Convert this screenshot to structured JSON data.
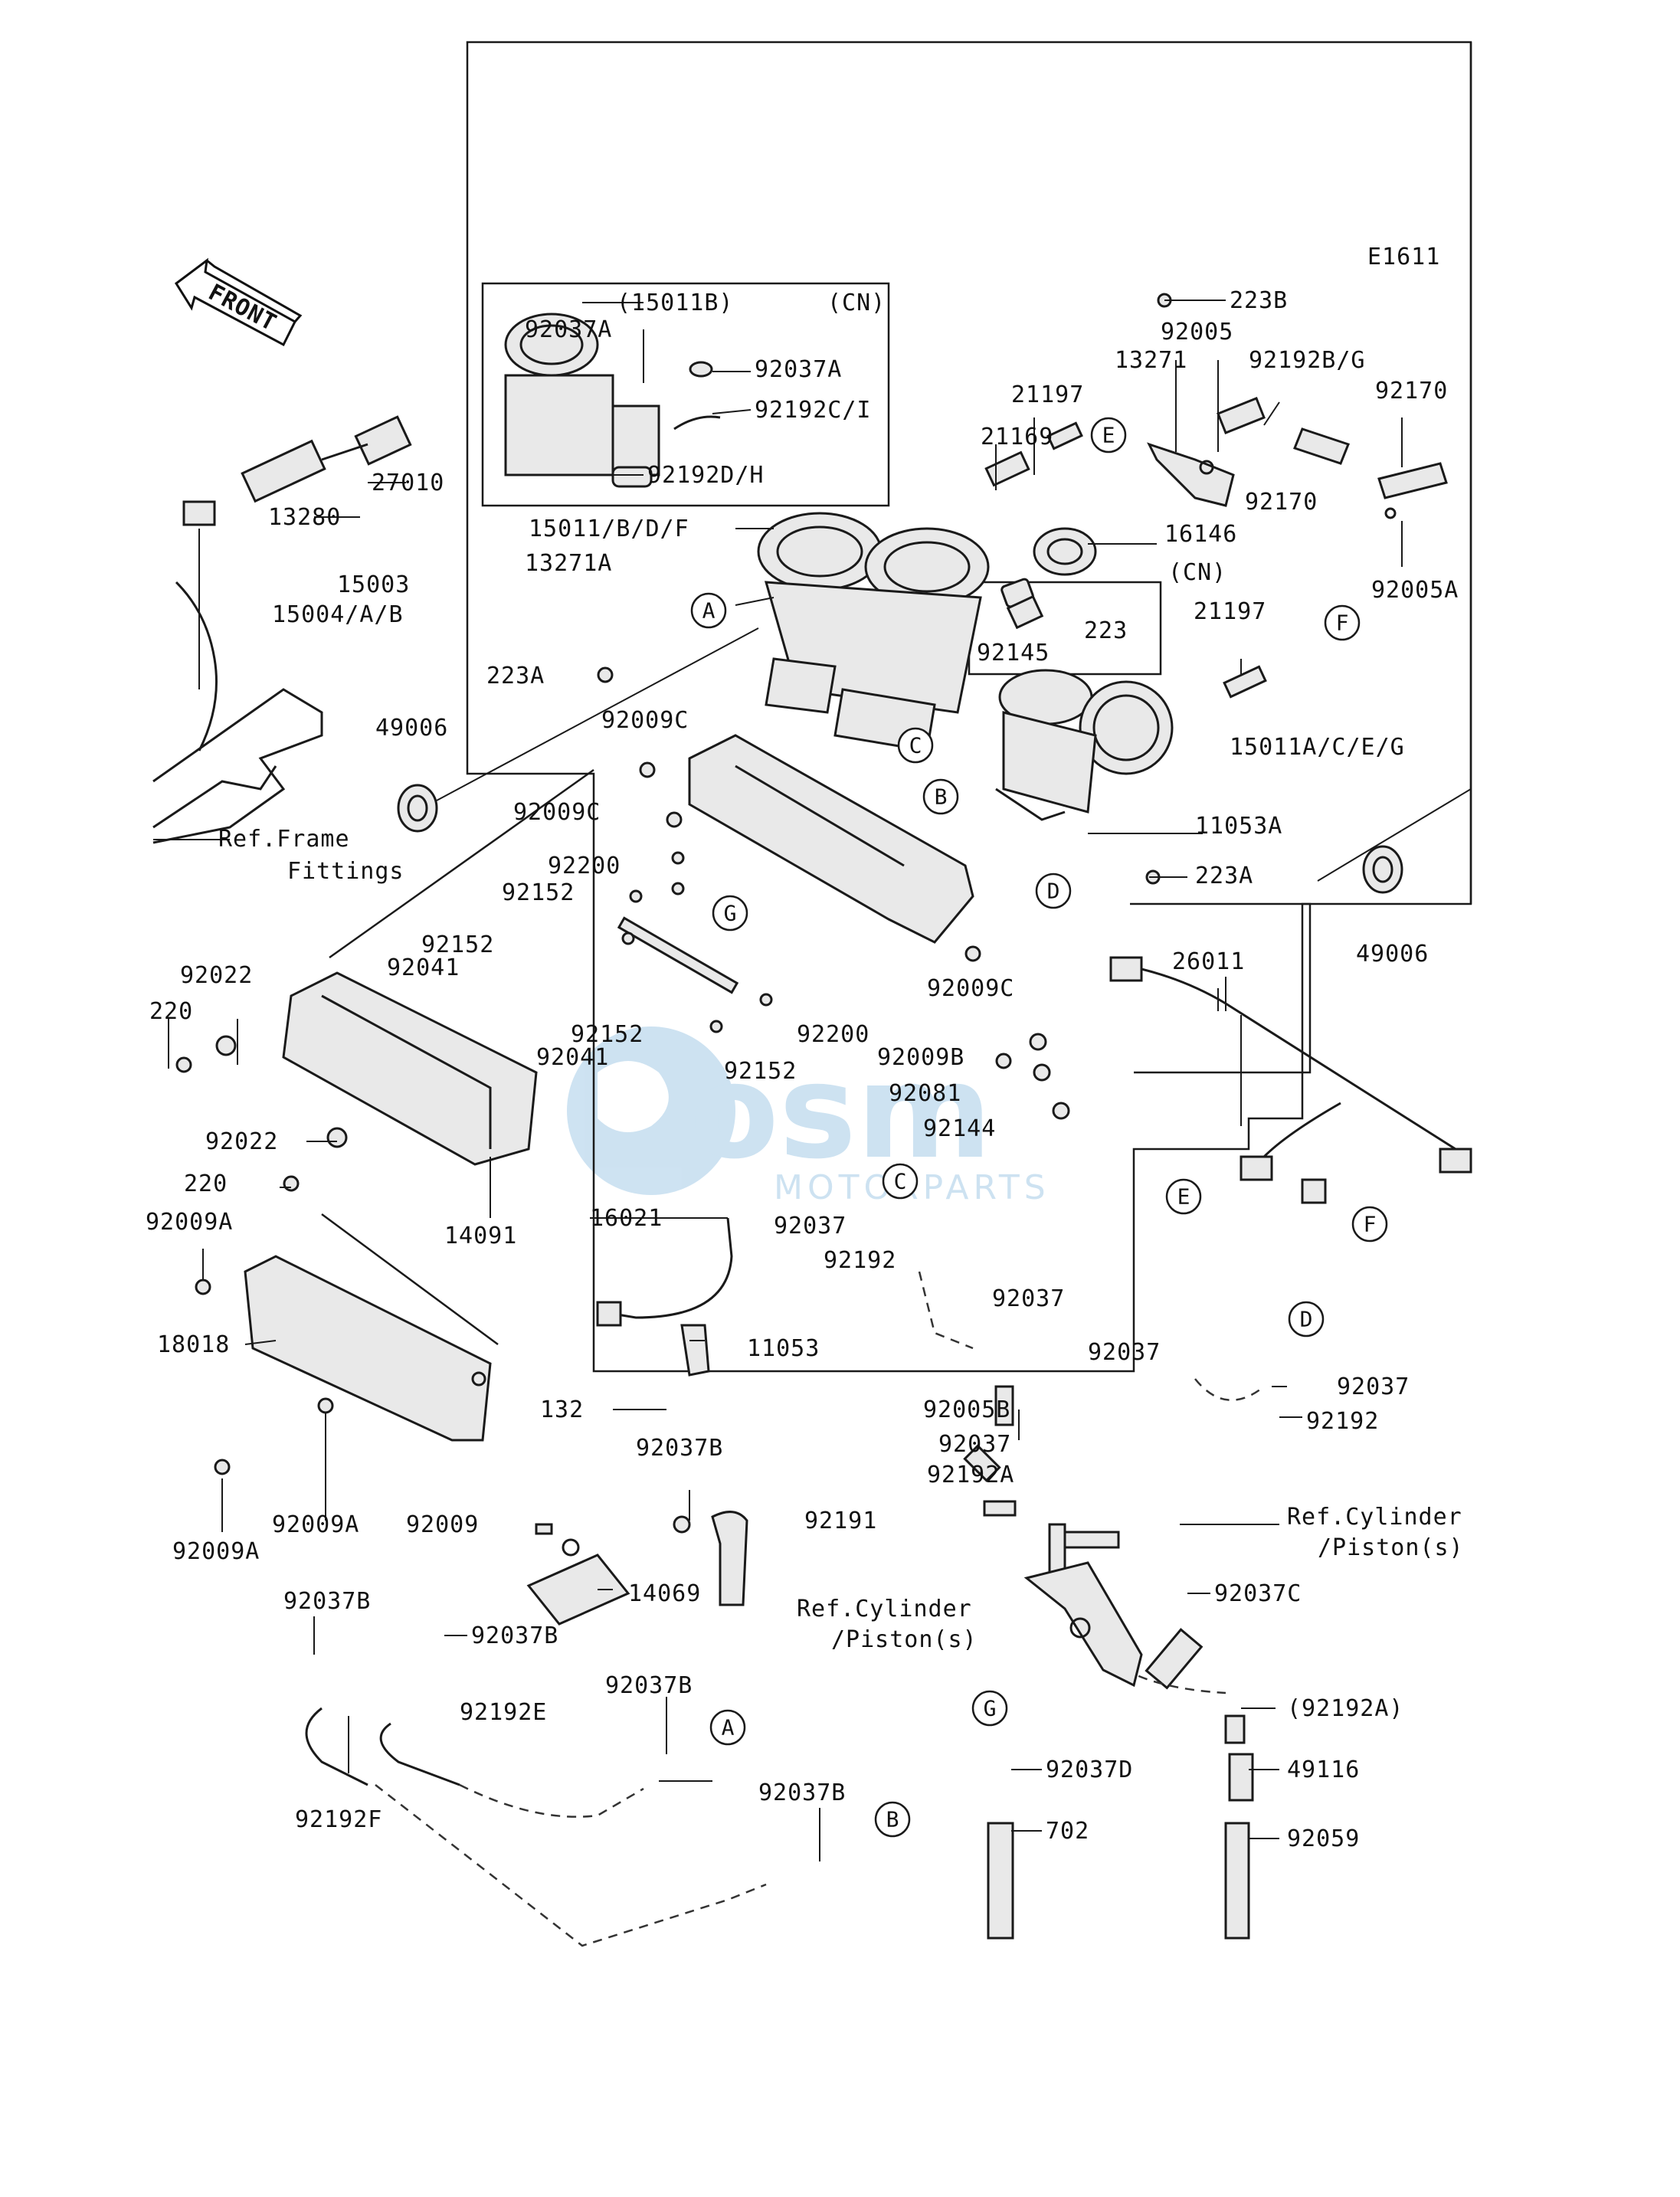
{
  "diagram_code": "E1611",
  "front_label": "FRONT",
  "watermark": {
    "brand": "MOTORPARTS"
  },
  "callout_letters": [
    "A",
    "B",
    "C",
    "D",
    "E",
    "F",
    "G"
  ],
  "labels": [
    {
      "id": "p15011b",
      "text": "(15011B)"
    },
    {
      "id": "cn1",
      "text": "(CN)"
    },
    {
      "id": "p92037a_1",
      "text": "92037A"
    },
    {
      "id": "p92037a_2",
      "text": "92037A"
    },
    {
      "id": "p92192ci",
      "text": "92192C/I"
    },
    {
      "id": "p92192dh",
      "text": "92192D/H"
    },
    {
      "id": "p27010",
      "text": "27010"
    },
    {
      "id": "p13280",
      "text": "13280"
    },
    {
      "id": "p15011bdf",
      "text": "15011/B/D/F"
    },
    {
      "id": "p15003",
      "text": "15003"
    },
    {
      "id": "p15004ab",
      "text": "15004/A/B"
    },
    {
      "id": "p13271a",
      "text": "13271A"
    },
    {
      "id": "p223a_1",
      "text": "223A"
    },
    {
      "id": "p49006_1",
      "text": "49006"
    },
    {
      "id": "ref_frame1",
      "text": "Ref.Frame"
    },
    {
      "id": "ref_frame2",
      "text": "Fittings"
    },
    {
      "id": "p223b",
      "text": "223B"
    },
    {
      "id": "p92005",
      "text": "92005"
    },
    {
      "id": "p13271",
      "text": "13271"
    },
    {
      "id": "p92192bg",
      "text": "92192B/G"
    },
    {
      "id": "p21197_1",
      "text": "21197"
    },
    {
      "id": "p21169",
      "text": "21169"
    },
    {
      "id": "p92170_1",
      "text": "92170"
    },
    {
      "id": "p92170_2",
      "text": "92170"
    },
    {
      "id": "p16146",
      "text": "16146"
    },
    {
      "id": "cn2",
      "text": "(CN)"
    },
    {
      "id": "p92005a",
      "text": "92005A"
    },
    {
      "id": "p223",
      "text": "223"
    },
    {
      "id": "p92145",
      "text": "92145"
    },
    {
      "id": "p21197_2",
      "text": "21197"
    },
    {
      "id": "p15011aceg",
      "text": "15011A/C/E/G"
    },
    {
      "id": "p92009c_1",
      "text": "92009C"
    },
    {
      "id": "p92009c_2",
      "text": "92009C"
    },
    {
      "id": "p11053a",
      "text": "11053A"
    },
    {
      "id": "p92200_1",
      "text": "92200"
    },
    {
      "id": "p223a_2",
      "text": "223A"
    },
    {
      "id": "p92152_1",
      "text": "92152"
    },
    {
      "id": "p49006_2",
      "text": "49006"
    },
    {
      "id": "p26011",
      "text": "26011"
    },
    {
      "id": "p92152_2",
      "text": "92152"
    },
    {
      "id": "p92041_1",
      "text": "92041"
    },
    {
      "id": "p92022_1",
      "text": "92022"
    },
    {
      "id": "p220_1",
      "text": "220"
    },
    {
      "id": "p92009c_3",
      "text": "92009C"
    },
    {
      "id": "p92200_2",
      "text": "92200"
    },
    {
      "id": "p92152_3",
      "text": "92152"
    },
    {
      "id": "p92041_2",
      "text": "92041"
    },
    {
      "id": "p92152_4",
      "text": "92152"
    },
    {
      "id": "p92009b",
      "text": "92009B"
    },
    {
      "id": "p92081",
      "text": "92081"
    },
    {
      "id": "p92144",
      "text": "92144"
    },
    {
      "id": "p92022_2",
      "text": "92022"
    },
    {
      "id": "p220_2",
      "text": "220"
    },
    {
      "id": "p14091",
      "text": "14091"
    },
    {
      "id": "p16021",
      "text": "16021"
    },
    {
      "id": "p92037_1",
      "text": "92037"
    },
    {
      "id": "p92192_1",
      "text": "92192"
    },
    {
      "id": "p92009a_1",
      "text": "92009A"
    },
    {
      "id": "p18018",
      "text": "18018"
    },
    {
      "id": "p92037_2",
      "text": "92037"
    },
    {
      "id": "p92037_3",
      "text": "92037"
    },
    {
      "id": "p11053",
      "text": "11053"
    },
    {
      "id": "p92037_4",
      "text": "92037"
    },
    {
      "id": "p132",
      "text": "132"
    },
    {
      "id": "p92005b",
      "text": "92005B"
    },
    {
      "id": "p92037_5",
      "text": "92037"
    },
    {
      "id": "p92192_2",
      "text": "92192"
    },
    {
      "id": "p92037b_1",
      "text": "92037B"
    },
    {
      "id": "p92192a",
      "text": "92192A"
    },
    {
      "id": "p92009",
      "text": "92009"
    },
    {
      "id": "p92191",
      "text": "92191"
    },
    {
      "id": "ref_cyl1a",
      "text": "Ref.Cylinder"
    },
    {
      "id": "ref_cyl1b",
      "text": "/Piston(s)"
    },
    {
      "id": "p92009a_2",
      "text": "92009A"
    },
    {
      "id": "p92009a_3",
      "text": "92009A"
    },
    {
      "id": "p14069",
      "text": "14069"
    },
    {
      "id": "p92037c",
      "text": "92037C"
    },
    {
      "id": "p92037b_2",
      "text": "92037B"
    },
    {
      "id": "ref_cyl2a",
      "text": "Ref.Cylinder"
    },
    {
      "id": "ref_cyl2b",
      "text": "/Piston(s)"
    },
    {
      "id": "p92037b_3",
      "text": "92037B"
    },
    {
      "id": "p92192e",
      "text": "92192E"
    },
    {
      "id": "p92037b_4",
      "text": "92037B"
    },
    {
      "id": "p92192a_paren",
      "text": "(92192A)"
    },
    {
      "id": "p92037d",
      "text": "92037D"
    },
    {
      "id": "p49116",
      "text": "49116"
    },
    {
      "id": "p92192f",
      "text": "92192F"
    },
    {
      "id": "p92037b_5",
      "text": "92037B"
    },
    {
      "id": "p702",
      "text": "702"
    },
    {
      "id": "p92059",
      "text": "92059"
    }
  ]
}
